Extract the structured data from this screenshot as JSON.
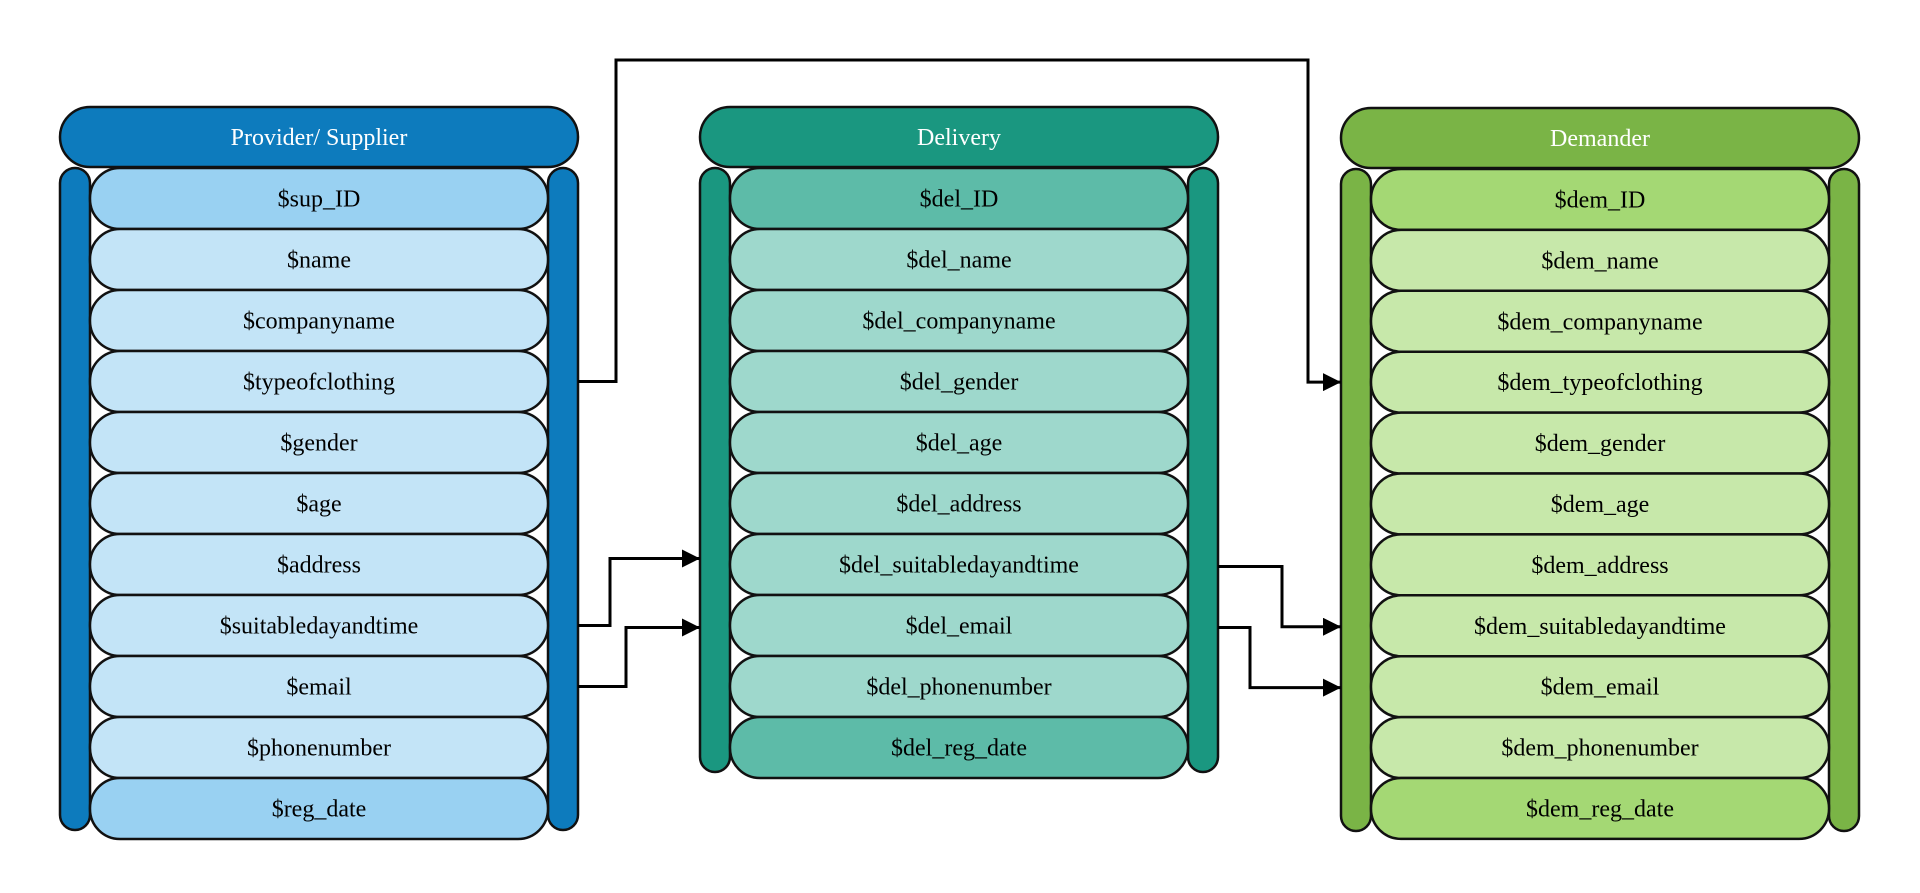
{
  "tables": [
    {
      "id": "supplier",
      "title": "Provider/ Supplier",
      "colors": {
        "header": "#0d7bbd",
        "rail": "#0d7bbd",
        "field": "#c3e4f7",
        "field_key": "#99d1f2"
      },
      "fields": [
        "$sup_ID",
        "$name",
        "$companyname",
        "$typeofclothing",
        "$gender",
        "$age",
        "$address",
        "$suitabledayandtime",
        "$email",
        "$phonenumber",
        "$reg_date"
      ]
    },
    {
      "id": "delivery",
      "title": "Delivery",
      "colors": {
        "header": "#1a9780",
        "rail": "#1a9780",
        "field": "#9ed8cc",
        "field_key": "#5dbba8"
      },
      "fields": [
        "$del_ID",
        "$del_name",
        "$del_companyname",
        "$del_gender",
        "$del_age",
        "$del_address",
        "$del_suitabledayandtime",
        "$del_email",
        "$del_phonenumber",
        "$del_reg_date"
      ]
    },
    {
      "id": "demander",
      "title": "Demander",
      "colors": {
        "header": "#7ab446",
        "rail": "#7ab446",
        "field": "#c7e8aa",
        "field_key": "#a4d874"
      },
      "fields": [
        "$dem_ID",
        "$dem_name",
        "$dem_companyname",
        "$dem_typeofclothing",
        "$dem_gender",
        "$dem_age",
        "$dem_address",
        "$dem_suitabledayandtime",
        "$dem_email",
        "$dem_phonenumber",
        "$dem_reg_date"
      ]
    }
  ],
  "connections": [
    {
      "from": "$typeofclothing",
      "to": "$dem_typeofclothing"
    },
    {
      "from": "$suitabledayandtime",
      "to": "$del_suitabledayandtime"
    },
    {
      "from": "$email",
      "to": "$del_email"
    },
    {
      "from": "$del_suitabledayandtime",
      "to": "$dem_suitabledayandtime"
    },
    {
      "from": "$del_email",
      "to": "$dem_email"
    }
  ]
}
